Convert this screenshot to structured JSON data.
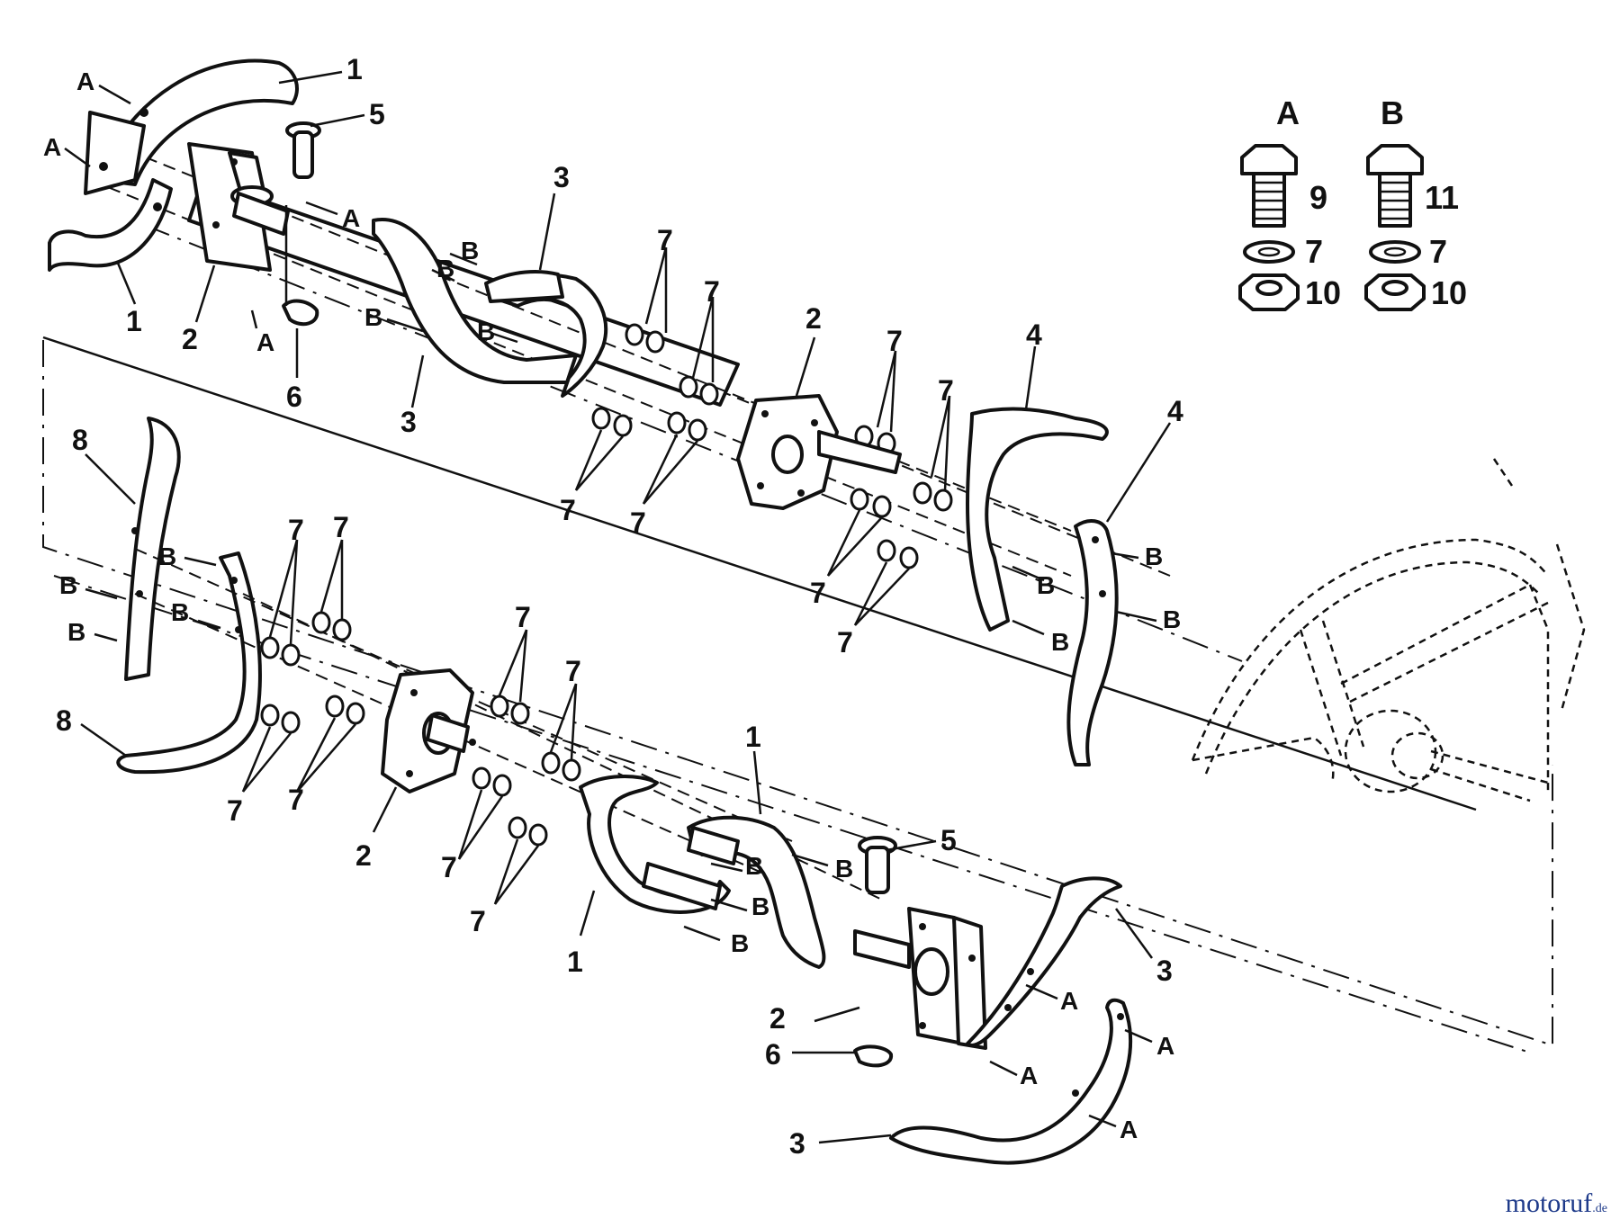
{
  "legend": {
    "group_a": {
      "letter": "A",
      "bolt_num": "9",
      "washer_num": "7",
      "nut_num": "10"
    },
    "group_b": {
      "letter": "B",
      "bolt_num": "11",
      "washer_num": "7",
      "nut_num": "10"
    }
  },
  "callouts": {
    "n1": "1",
    "n2": "2",
    "n3": "3",
    "n4": "4",
    "n5": "5",
    "n6": "6",
    "n7": "7",
    "n8": "8",
    "a": "A",
    "b": "B"
  },
  "watermark": {
    "text": "motoruf",
    "domain": ".de"
  }
}
